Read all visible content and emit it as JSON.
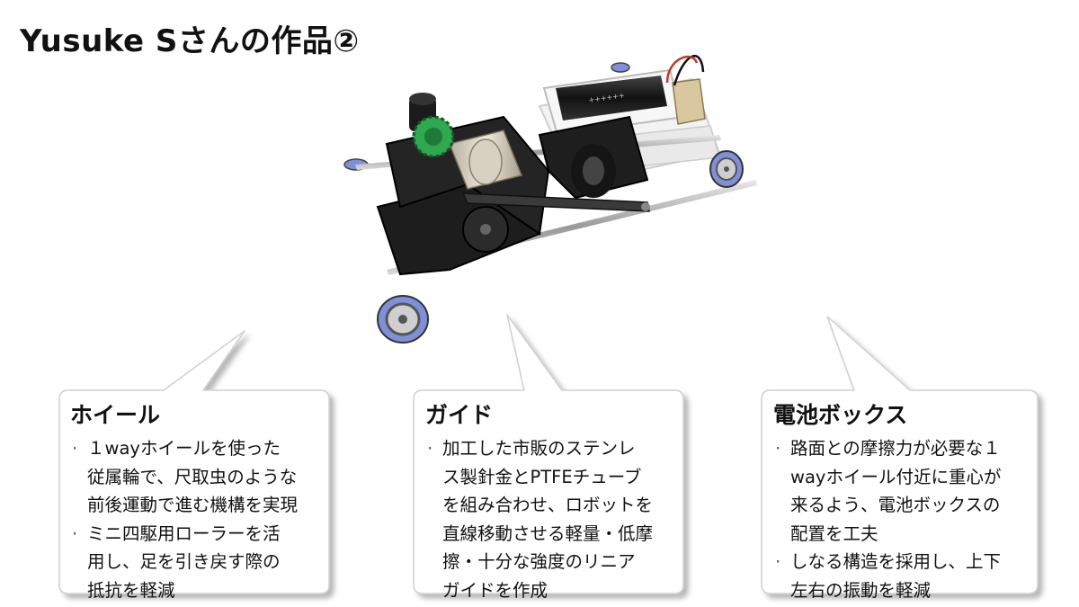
{
  "title": "Yusuke Sさんの作品②",
  "photo": {
    "icon": "robot-photo"
  },
  "callouts": [
    {
      "heading": "ホイール",
      "items": [
        "１wayホイールを使った\n従属輪で、尺取虫のような\n前後運動で進む機構を実現",
        "ミニ四駆用ローラーを活\n用し、足を引き戻す際の\n抵抗を軽減"
      ]
    },
    {
      "heading": "ガイド",
      "items": [
        "加工した市販のステンレ\nス製針金とPTFEチューブ\nを組み合わせ、ロボットを\n直線移動させる軽量・低摩\n擦・十分な強度のリニア\nガイドを作成"
      ]
    },
    {
      "heading": "電池ボックス",
      "items": [
        "路面との摩擦力が必要な１\nwayホイール付近に重心が\n来るよう、電池ボックスの\n配置を工夫",
        "しなる構造を採用し、上下\n左右の振動を軽減"
      ]
    }
  ]
}
